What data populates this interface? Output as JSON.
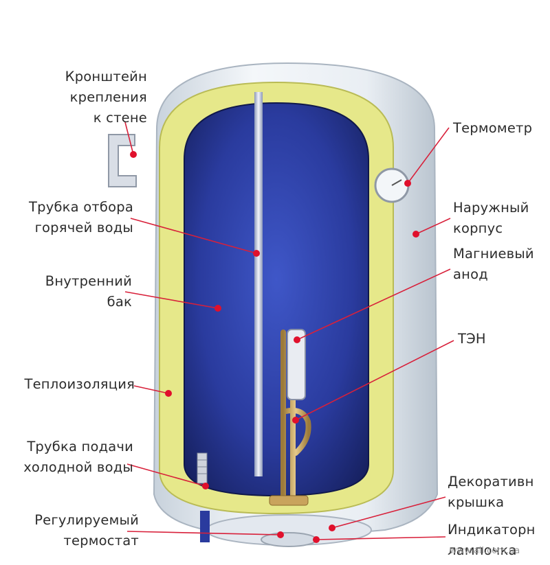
{
  "labels": {
    "bracket": "Кронштейн\nкрепления\nк стене",
    "thermometer": "Термометр",
    "hot_pipe": "Трубка отбора\nгорячей воды",
    "outer_body": "Наружный\nкорпус",
    "magnesium_anode": "Магниевый\nанод",
    "inner_tank": "Внутренний\nбак",
    "heater": "ТЭН",
    "insulation": "Теплоизоляция",
    "cold_pipe": "Трубка подачи\nхолодной воды",
    "decorative_cover": "Декоративн\nкрышка",
    "thermostat": "Регулируемый\nтермостат",
    "indicator": "Индикаторн\nлампочка"
  },
  "watermark": "www.all.com.ua",
  "colors": {
    "label_text": "#2c2c2c",
    "leader_line": "#d8203a",
    "marker_dot": "#e0102c",
    "outer_body": "#dfe6ee",
    "insulation": "#e6e88a",
    "inner_tank": "#2b3fa6",
    "heater": "#c9a35c"
  }
}
